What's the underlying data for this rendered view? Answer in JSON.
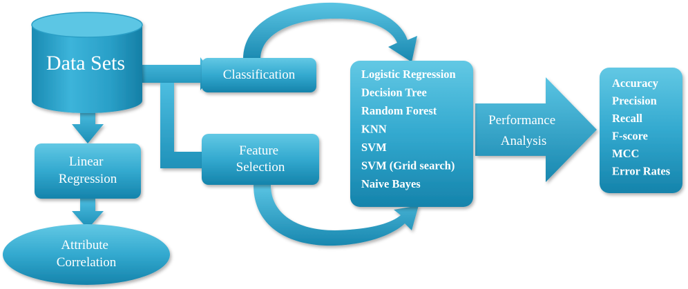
{
  "nodes": {
    "data_sets": "Data Sets",
    "classification": "Classification",
    "feature_selection": [
      "Feature",
      "Selection"
    ],
    "linear_regression": [
      "Linear",
      "Regression"
    ],
    "attribute_correlation": [
      "Attribute",
      "Correlation"
    ],
    "performance_analysis": [
      "Performance",
      "Analysis"
    ]
  },
  "algorithms": [
    "Logistic Regression",
    "Decision Tree",
    "Random Forest",
    "KNN",
    "SVM",
    "SVM (Grid search)",
    "Naive Bayes"
  ],
  "metrics": [
    "Accuracy",
    "Precision",
    "Recall",
    "F-score",
    "MCC",
    "Error Rates"
  ],
  "colors": {
    "node_light": "#5fc6e3",
    "node_mid": "#2ea6cc",
    "node_dark": "#137fa7",
    "arrow": "#2b9fc7"
  }
}
